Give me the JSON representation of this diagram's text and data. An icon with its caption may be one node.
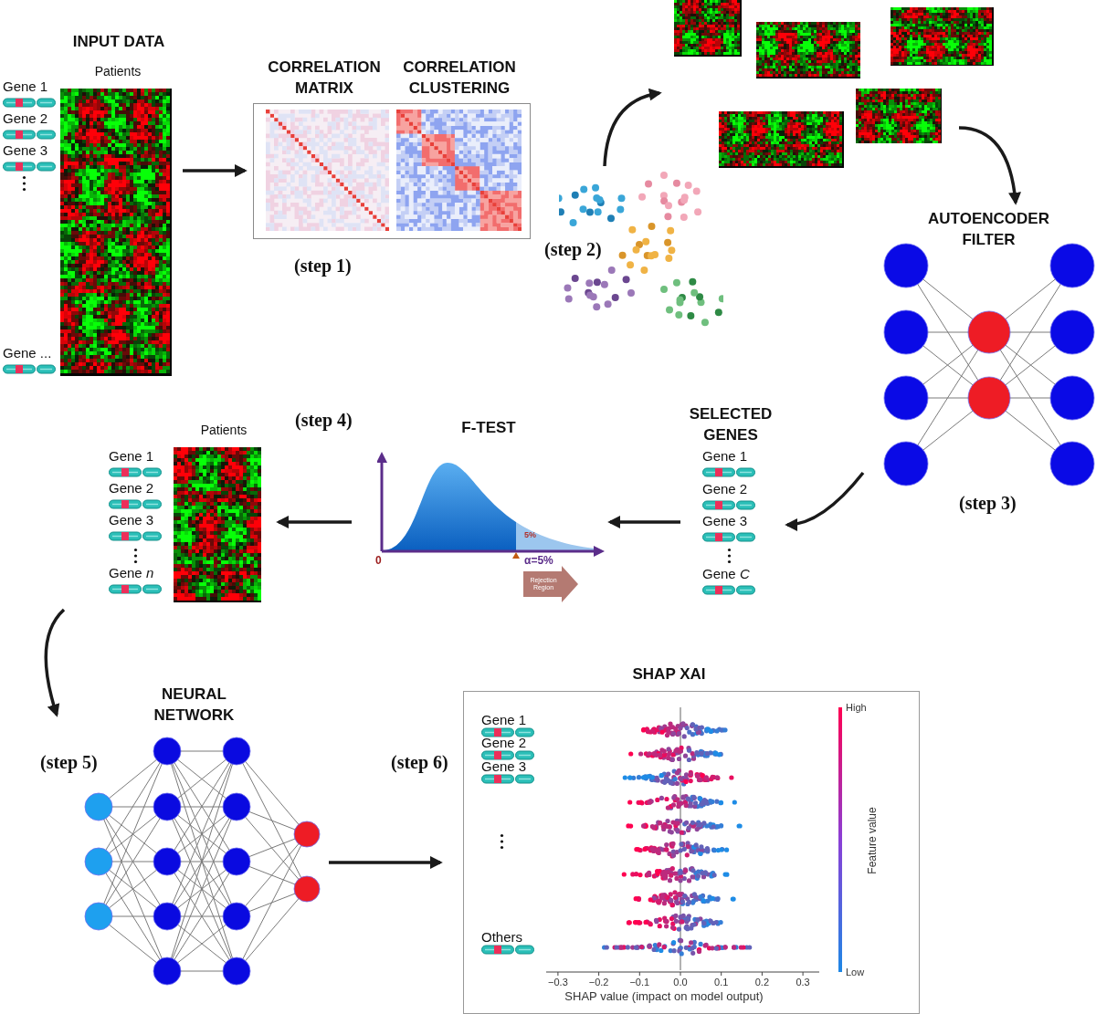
{
  "diagram": {
    "nodes": [
      {
        "text": [
          "INPUT DATA",
          "Patients",
          "Gene 1",
          "Gene 2",
          "Gene 3",
          "Gene ..."
        ]
      },
      {
        "text": [
          "CORRELATION MATRIX",
          "CORRELATION CLUSTERING"
        ],
        "beside": [
          "(step 1)"
        ]
      },
      {
        "text": [],
        "shape": "picture"
      },
      {
        "text": [],
        "shape": "picture"
      },
      {
        "text": [
          "AUTOENCODER FILTER"
        ]
      },
      {
        "text": [
          "SELECTED GENES",
          "Gene 1",
          "Gene 2",
          "Gene 3",
          "Gene *C*"
        ]
      },
      {
        "text": [
          "F-TEST",
          "5%",
          "0",
          "α=5%",
          "Rejection Region"
        ]
      },
      {
        "text": [
          "Patients",
          "Gene 1",
          "Gene 2",
          "Gene 3",
          "Gene *n*"
        ]
      },
      {
        "text": [
          "NEURAL NETWORK"
        ],
        "beside": [
          "(step 5)"
        ]
      },
      {
        "text": [
          "SHAP XAI",
          "Gene 1",
          "Gene 2",
          "Gene 3",
          "Others",
          "−0.3",
          "−0.2",
          "−0.1",
          "0.0",
          "0.1",
          "0.2",
          "0.3",
          "SHAP value (impact on model output)",
          "High",
          "Feature value",
          "Low"
        ],
        "beside": [
          "(step 6)"
        ]
      }
    ],
    "edges": [
      {
        "from": 0,
        "to": 1,
        "arrow": "to"
      },
      {
        "from": 2,
        "to": 3,
        "arrow": "to"
      },
      {
        "from": 3,
        "to": 4,
        "arrow": "to"
      },
      {
        "from": 4,
        "to": 5,
        "arrow": "to"
      },
      {
        "from": 5,
        "to": 6,
        "arrow": "to"
      },
      {
        "from": 6,
        "to": 7,
        "arrow": "to"
      },
      {
        "from": 7,
        "to": 8,
        "arrow": "to"
      },
      {
        "from": 8,
        "to": 9,
        "arrow": "to"
      }
    ],
    "labels": [
      "(step 2)",
      "(step 3)",
      "(step 4)"
    ]
  }
}
